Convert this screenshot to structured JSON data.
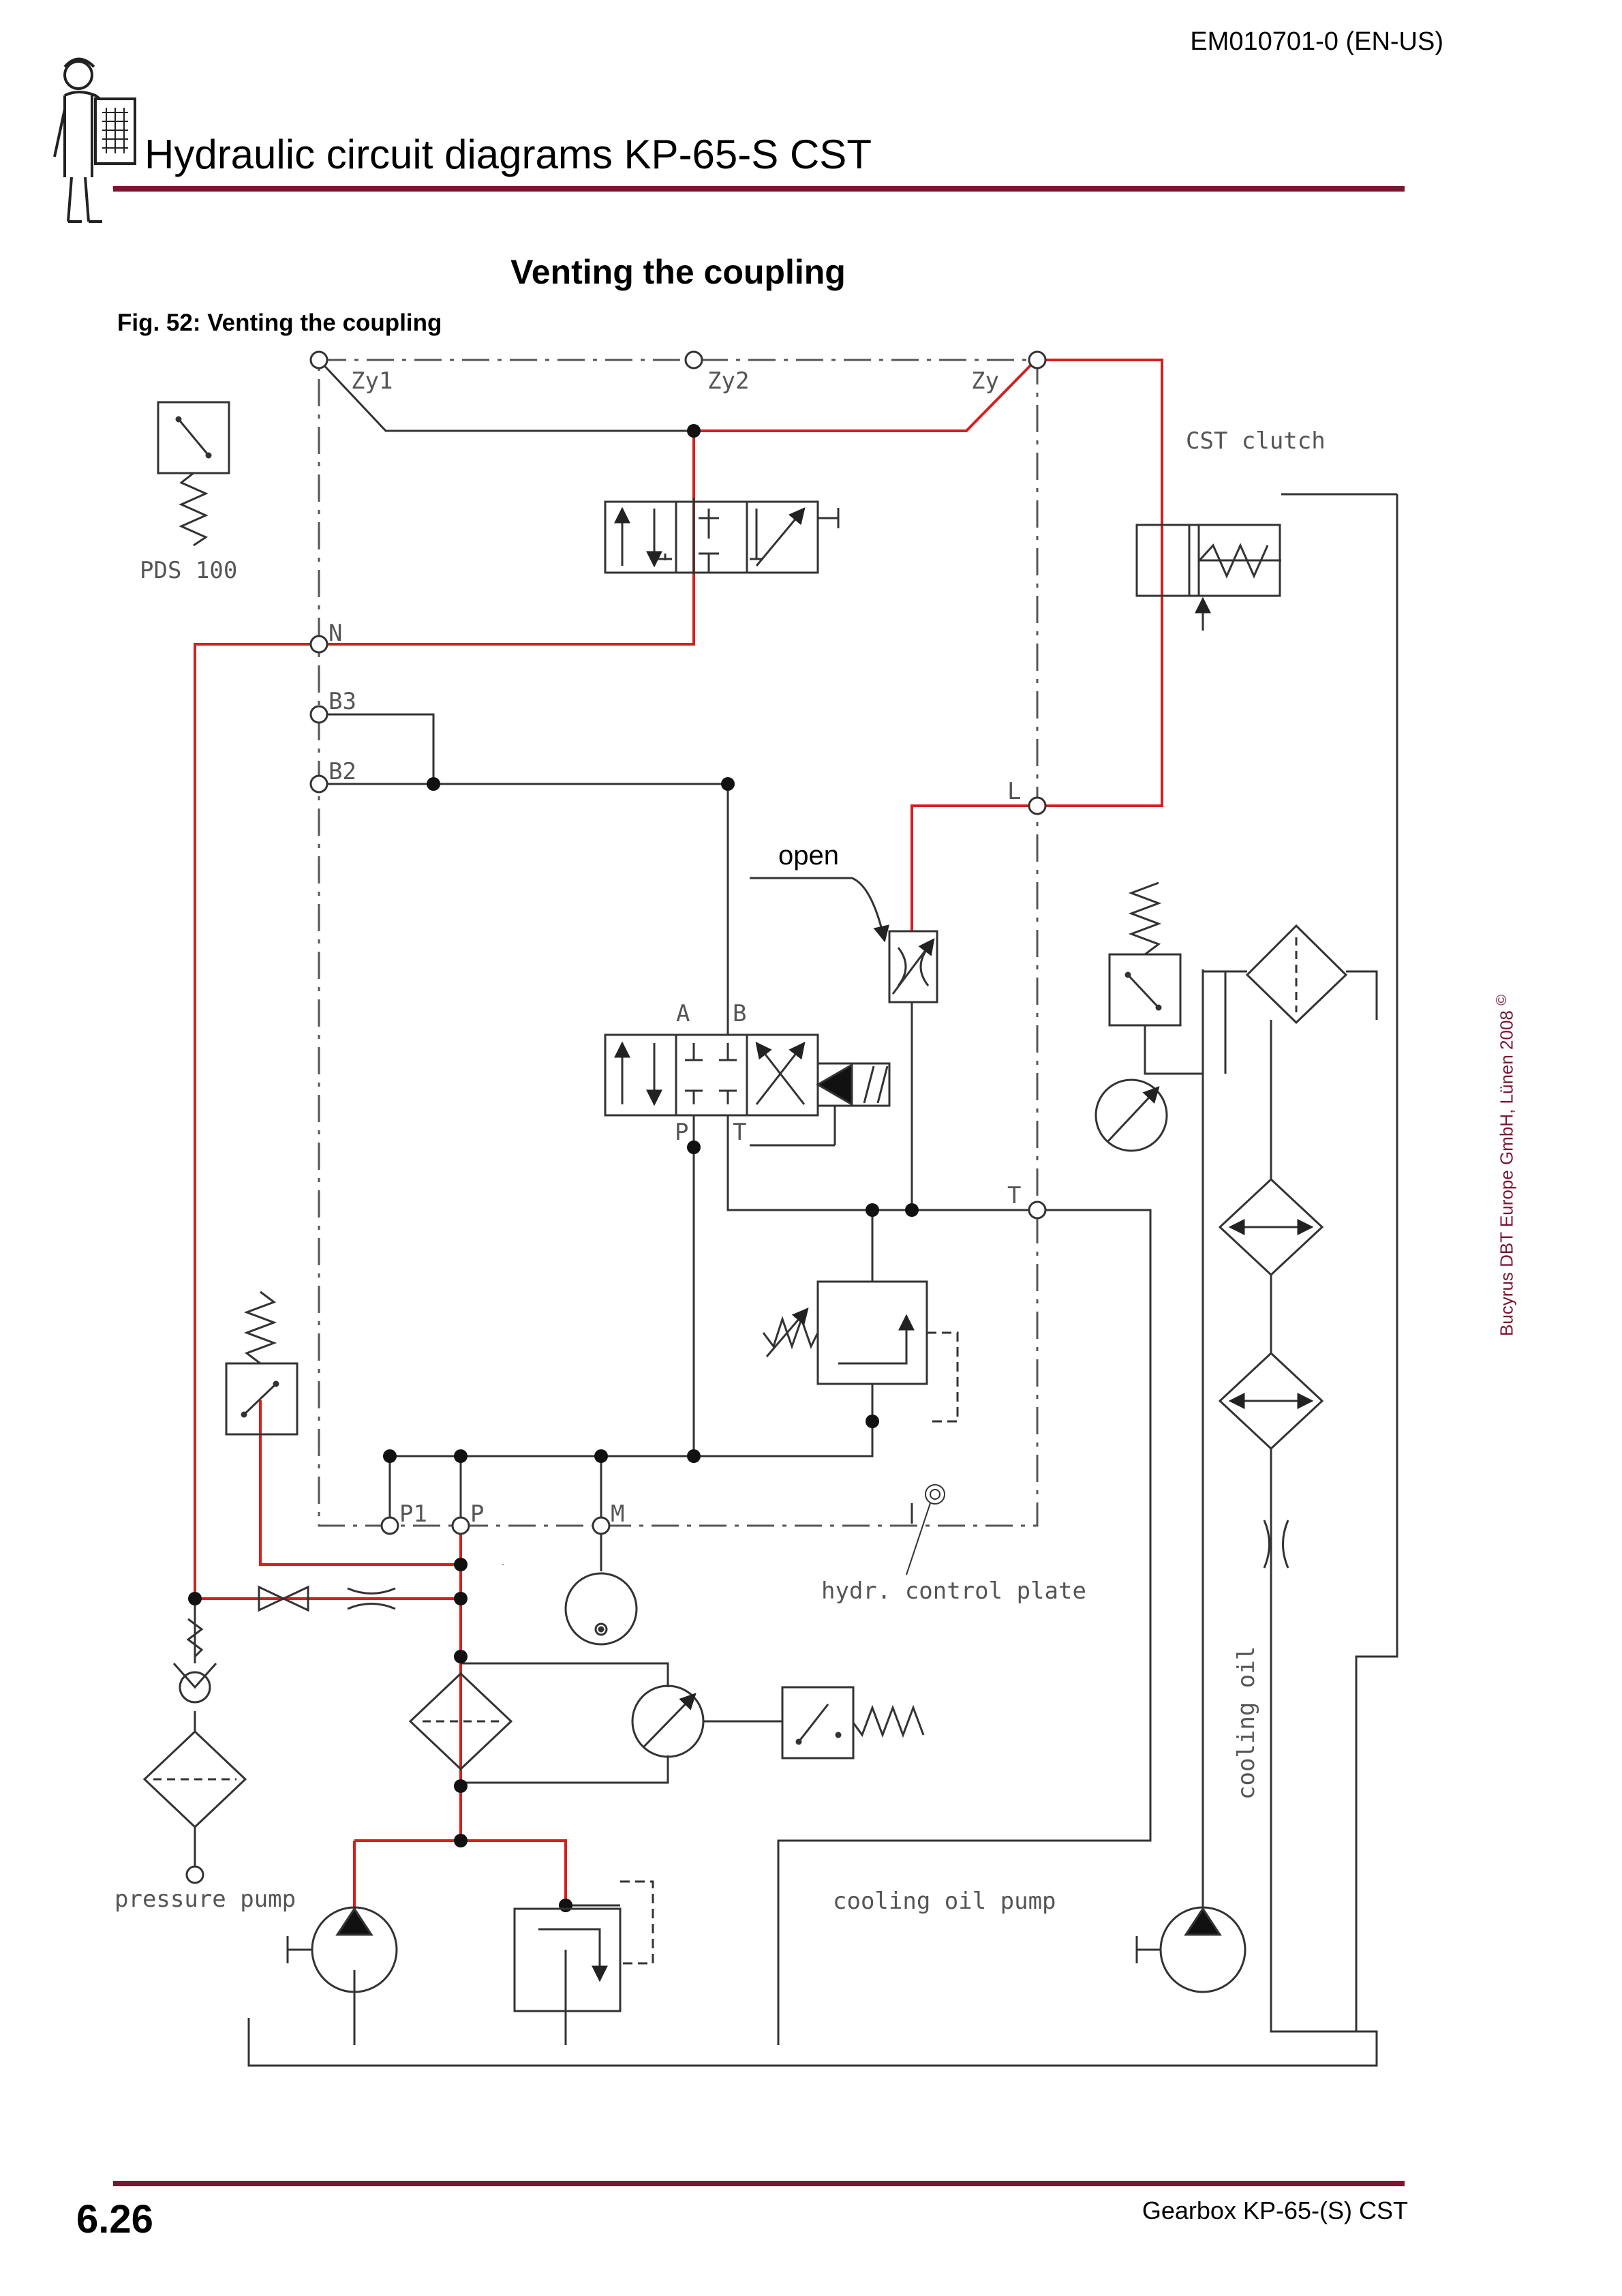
{
  "header": {
    "document_code": "EM010701-0 (EN-US)",
    "title": "Hydraulic circuit diagrams KP-65-S CST",
    "icon": "technician-with-clipboard-icon"
  },
  "section_title": "Venting the coupling",
  "figure_caption": "Fig. 52:  Venting the coupling",
  "diagram": {
    "labels": {
      "zy1": "Zy1",
      "zy2": "Zy2",
      "zy": "Zy",
      "cst_clutch": "CST clutch",
      "pds": "PDS 100",
      "n": "N",
      "b3": "B3",
      "b2": "B2",
      "l": "L",
      "open": "open",
      "a": "A",
      "b": "B",
      "p_valve": "P",
      "t_valve": "T",
      "t_port": "T",
      "p1": "P1",
      "p": "P",
      "m": "M",
      "hydr_control_plate": "hydr. control plate",
      "pressure_pump": "pressure pump",
      "cooling_oil_pump": "cooling oil pump",
      "cooling_oil": "cooling oil"
    },
    "colors": {
      "active_line": "#d42020",
      "line": "#333333",
      "accent": "#7a1632"
    }
  },
  "side_note": "Bucyrus DBT Europe GmbH, Lünen 2008",
  "side_note_symbol": "©",
  "footer": {
    "page_number": "6.26",
    "title": "Gearbox KP-65-(S) CST"
  }
}
